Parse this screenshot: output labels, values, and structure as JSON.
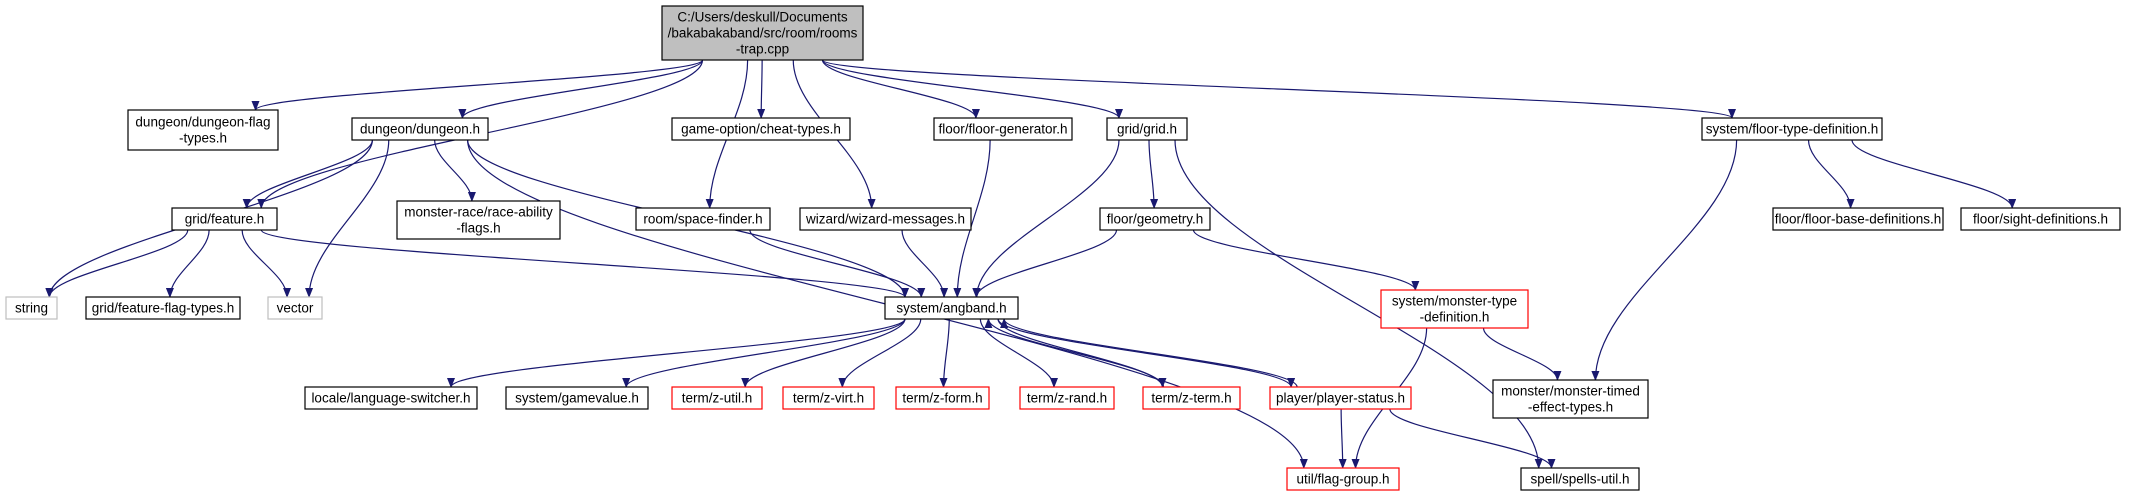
{
  "graph": {
    "title": "",
    "colors": {
      "edge": "#191970",
      "box_normal": "#000000",
      "box_truncated": "#ff0000",
      "box_external": "#bfbfbf",
      "root_fill": "#bfbfbf",
      "node_fill": "#ffffff"
    },
    "nodes": [
      {
        "id": "root",
        "kind": "root",
        "lines": [
          "C:/Users/deskull/Documents",
          "/bakabakaband/src/room/rooms",
          "-trap.cpp"
        ]
      },
      {
        "id": "dungeon_flag_types",
        "kind": "normal",
        "lines": [
          "dungeon/dungeon-flag",
          "-types.h"
        ]
      },
      {
        "id": "dungeon_h",
        "kind": "normal",
        "lines": [
          "dungeon/dungeon.h"
        ]
      },
      {
        "id": "cheat_types",
        "kind": "normal",
        "lines": [
          "game-option/cheat-types.h"
        ]
      },
      {
        "id": "floor_generator",
        "kind": "normal",
        "lines": [
          "floor/floor-generator.h"
        ]
      },
      {
        "id": "grid_h",
        "kind": "normal",
        "lines": [
          "grid/grid.h"
        ]
      },
      {
        "id": "floor_type_def",
        "kind": "normal",
        "lines": [
          "system/floor-type-definition.h"
        ]
      },
      {
        "id": "feature_h",
        "kind": "normal",
        "lines": [
          "grid/feature.h"
        ]
      },
      {
        "id": "race_ability",
        "kind": "normal",
        "lines": [
          "monster-race/race-ability",
          "-flags.h"
        ]
      },
      {
        "id": "space_finder",
        "kind": "normal",
        "lines": [
          "room/space-finder.h"
        ]
      },
      {
        "id": "wizard_messages",
        "kind": "normal",
        "lines": [
          "wizard/wizard-messages.h"
        ]
      },
      {
        "id": "geometry",
        "kind": "normal",
        "lines": [
          "floor/geometry.h"
        ]
      },
      {
        "id": "floor_base_defs",
        "kind": "normal",
        "lines": [
          "floor/floor-base-definitions.h"
        ]
      },
      {
        "id": "sight_defs",
        "kind": "normal",
        "lines": [
          "floor/sight-definitions.h"
        ]
      },
      {
        "id": "string",
        "kind": "external",
        "lines": [
          "string"
        ]
      },
      {
        "id": "feature_flag_types",
        "kind": "normal",
        "lines": [
          "grid/feature-flag-types.h"
        ]
      },
      {
        "id": "vector",
        "kind": "external",
        "lines": [
          "vector"
        ]
      },
      {
        "id": "angband",
        "kind": "normal",
        "lines": [
          "system/angband.h"
        ]
      },
      {
        "id": "monster_type_def",
        "kind": "truncated",
        "lines": [
          "system/monster-type",
          "-definition.h"
        ]
      },
      {
        "id": "language_switcher",
        "kind": "normal",
        "lines": [
          "locale/language-switcher.h"
        ]
      },
      {
        "id": "gamevalue",
        "kind": "normal",
        "lines": [
          "system/gamevalue.h"
        ]
      },
      {
        "id": "z_util",
        "kind": "truncated",
        "lines": [
          "term/z-util.h"
        ]
      },
      {
        "id": "z_virt",
        "kind": "truncated",
        "lines": [
          "term/z-virt.h"
        ]
      },
      {
        "id": "z_form",
        "kind": "truncated",
        "lines": [
          "term/z-form.h"
        ]
      },
      {
        "id": "z_rand",
        "kind": "truncated",
        "lines": [
          "term/z-rand.h"
        ]
      },
      {
        "id": "z_term",
        "kind": "truncated",
        "lines": [
          "term/z-term.h"
        ]
      },
      {
        "id": "player_status",
        "kind": "truncated",
        "lines": [
          "player/player-status.h"
        ]
      },
      {
        "id": "monster_timed",
        "kind": "normal",
        "lines": [
          "monster/monster-timed",
          "-effect-types.h"
        ]
      },
      {
        "id": "flag_group",
        "kind": "truncated",
        "lines": [
          "util/flag-group.h"
        ]
      },
      {
        "id": "spells_util",
        "kind": "normal",
        "lines": [
          "spell/spells-util.h"
        ]
      }
    ],
    "edges": [
      [
        "root",
        "dungeon_flag_types"
      ],
      [
        "root",
        "dungeon_h"
      ],
      [
        "root",
        "cheat_types"
      ],
      [
        "root",
        "floor_generator"
      ],
      [
        "root",
        "grid_h"
      ],
      [
        "root",
        "floor_type_def"
      ],
      [
        "root",
        "feature_h"
      ],
      [
        "root",
        "space_finder"
      ],
      [
        "root",
        "wizard_messages"
      ],
      [
        "dungeon_h",
        "feature_h"
      ],
      [
        "dungeon_h",
        "race_ability"
      ],
      [
        "dungeon_h",
        "string"
      ],
      [
        "dungeon_h",
        "vector"
      ],
      [
        "dungeon_h",
        "angband"
      ],
      [
        "dungeon_h",
        "flag_group"
      ],
      [
        "feature_h",
        "string"
      ],
      [
        "feature_h",
        "feature_flag_types"
      ],
      [
        "feature_h",
        "vector"
      ],
      [
        "feature_h",
        "angband"
      ],
      [
        "space_finder",
        "angband"
      ],
      [
        "wizard_messages",
        "angband"
      ],
      [
        "floor_generator",
        "angband"
      ],
      [
        "grid_h",
        "angband"
      ],
      [
        "grid_h",
        "geometry"
      ],
      [
        "grid_h",
        "spells_util"
      ],
      [
        "geometry",
        "angband"
      ],
      [
        "geometry",
        "monster_type_def"
      ],
      [
        "floor_type_def",
        "floor_base_defs"
      ],
      [
        "floor_type_def",
        "sight_defs"
      ],
      [
        "floor_type_def",
        "monster_timed"
      ],
      [
        "monster_type_def",
        "monster_timed"
      ],
      [
        "monster_type_def",
        "flag_group"
      ],
      [
        "angband",
        "language_switcher"
      ],
      [
        "angband",
        "gamevalue"
      ],
      [
        "angband",
        "z_util"
      ],
      [
        "angband",
        "z_virt"
      ],
      [
        "angband",
        "z_form"
      ],
      [
        "angband",
        "z_rand"
      ],
      [
        "angband",
        "z_term"
      ],
      [
        "angband",
        "player_status"
      ],
      [
        "z_term",
        "angband"
      ],
      [
        "player_status",
        "angband"
      ],
      [
        "player_status",
        "flag_group"
      ],
      [
        "player_status",
        "spells_util"
      ]
    ]
  }
}
